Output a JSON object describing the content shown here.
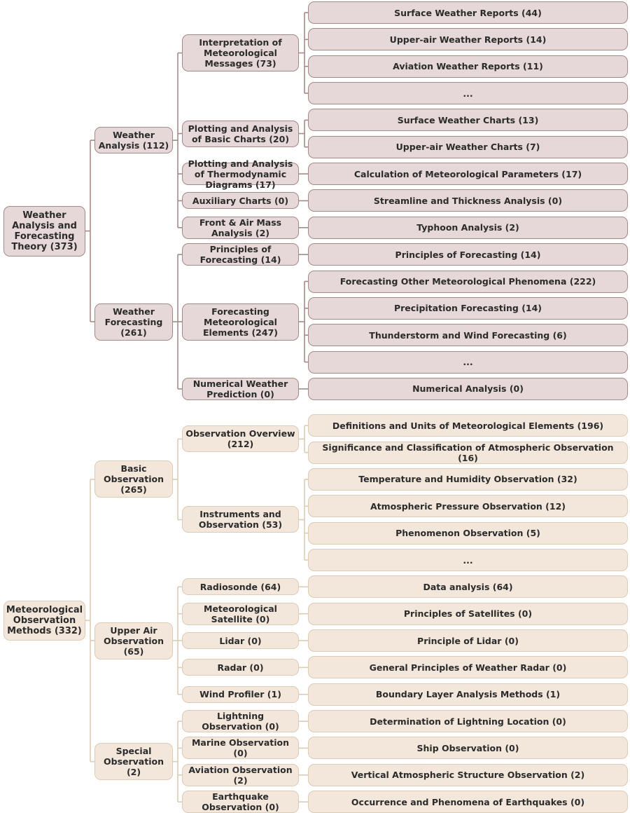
{
  "sections": [
    {
      "id": "analysis",
      "label": "Weather\nAnalysis and\nForecasting\nTheory (373)",
      "style": "s1",
      "children": [
        {
          "label": "Weather\nAnalysis (112)",
          "children": [
            {
              "label": "Interpretation of\nMeteorological\nMessages (73)",
              "children": [
                "Surface Weather Reports (44)",
                "Upper-air Weather Reports (14)",
                "Aviation Weather Reports (11)",
                "..."
              ]
            },
            {
              "label": "Plotting and Analysis\nof Basic Charts (20)",
              "children": [
                "Surface Weather Charts (13)",
                "Upper-air Weather Charts (7)"
              ]
            },
            {
              "label": "Plotting and Analysis\nof Thermodynamic\nDiagrams (17)",
              "children": [
                "Calculation of Meteorological Parameters (17)"
              ]
            },
            {
              "label": "Auxiliary Charts (0)",
              "children": [
                "Streamline and Thickness Analysis (0)"
              ]
            },
            {
              "label": "Front & Air Mass\nAnalysis (2)",
              "children": [
                "Typhoon Analysis (2)"
              ]
            }
          ]
        },
        {
          "label": "Weather\nForecasting\n(261)",
          "children": [
            {
              "label": "Principles of\nForecasting (14)",
              "children": [
                "Principles of Forecasting (14)"
              ]
            },
            {
              "label": "Forecasting\nMeteorological\nElements (247)",
              "children": [
                "Forecasting Other Meteorological Phenomena (222)",
                "Precipitation Forecasting (14)",
                "Thunderstorm and Wind Forecasting (6)",
                "..."
              ]
            },
            {
              "label": "Numerical Weather\nPrediction (0)",
              "children": [
                "Numerical Analysis (0)"
              ]
            }
          ]
        }
      ]
    },
    {
      "id": "observation",
      "label": "Meteorological\nObservation\nMethods (332)",
      "style": "s2",
      "children": [
        {
          "label": "Basic\nObservation\n(265)",
          "children": [
            {
              "label": "Observation Overview\n(212)",
              "children": [
                "Definitions and Units of Meteorological Elements (196)",
                "Significance and Classification of Atmospheric Observation (16)"
              ]
            },
            {
              "label": "Instruments and\nObservation (53)",
              "children": [
                "Temperature and Humidity Observation (32)",
                "Atmospheric Pressure Observation (12)",
                "Phenomenon Observation (5)",
                "..."
              ]
            }
          ]
        },
        {
          "label": "Upper Air\nObservation\n(65)",
          "children": [
            {
              "label": "Radiosonde (64)",
              "children": [
                "Data analysis (64)"
              ]
            },
            {
              "label": "Meteorological\nSatellite (0)",
              "children": [
                "Principles of Satellites (0)"
              ]
            },
            {
              "label": "Lidar (0)",
              "children": [
                "Principle of Lidar (0)"
              ]
            },
            {
              "label": "Radar (0)",
              "children": [
                "General Principles of Weather Radar (0)"
              ]
            },
            {
              "label": "Wind Profiler (1)",
              "children": [
                "Boundary Layer Analysis Methods (1)"
              ]
            }
          ]
        },
        {
          "label": "Special\nObservation\n(2)",
          "children": [
            {
              "label": "Lightning\nObservation (0)",
              "children": [
                "Determination of Lightning Location (0)"
              ]
            },
            {
              "label": "Marine Observation\n(0)",
              "children": [
                "Ship Observation (0)"
              ]
            },
            {
              "label": "Aviation Observation\n(2)",
              "children": [
                "Vertical Atmospheric Structure Observation (2)"
              ]
            },
            {
              "label": "Earthquake\nObservation (0)",
              "children": [
                "Occurrence and Phenomena of Earthquakes (0)"
              ]
            }
          ]
        }
      ]
    }
  ],
  "colors": {
    "s1_fill": "#e6d8d8",
    "s1_border": "#a48a86",
    "s1_line": "#a48a86",
    "s2_fill": "#f3e7dc",
    "s2_border": "#dccbb6",
    "s2_line": "#dccbb6",
    "text": "#2b2b2b"
  }
}
